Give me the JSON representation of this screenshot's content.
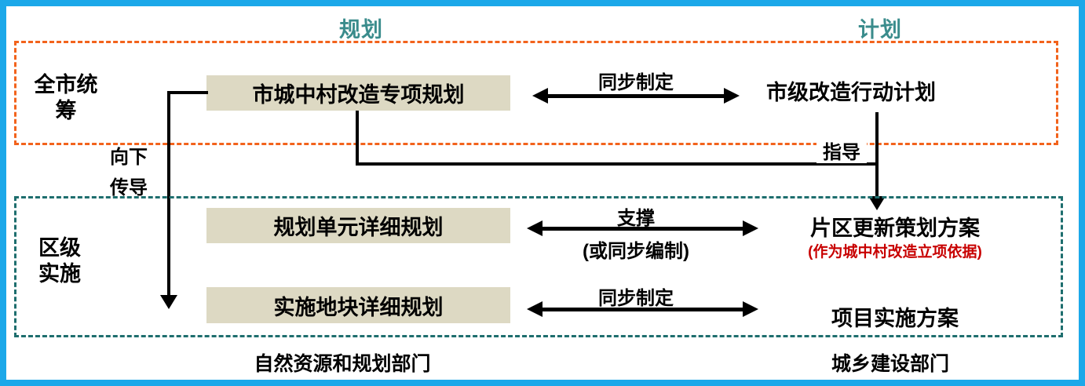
{
  "colors": {
    "frame_border": "#1ca8e9",
    "header_teal": "#3a8c8c",
    "orange_dash": "#f2631c",
    "teal_dash": "#1e6e6e",
    "node_fill": "#ddd9c3",
    "red_note": "#c80000",
    "line_black": "#000000"
  },
  "headers": {
    "planning": "规划",
    "plan": "计划"
  },
  "groups": {
    "city": {
      "line1": "全市统",
      "line2": "筹"
    },
    "district": {
      "line1": "区级",
      "line2": "实施"
    }
  },
  "nodes": {
    "city_special_plan": "市城中村改造专项规划",
    "city_action_plan": "市级改造行动计划",
    "unit_detailed_plan": "规划单元详细规划",
    "area_renewal_scheme": "片区更新策划方案",
    "area_renewal_note": "(作为城中村改造立项依据)",
    "plot_detailed_plan": "实施地块详细规划",
    "project_implementation_scheme": "项目实施方案"
  },
  "edges": {
    "sync_top": "同步制定",
    "downward_line1": "向下",
    "downward_line2": "传导",
    "guide": "指导",
    "support": "支撑",
    "support_sub": "(或同步编制)",
    "sync_bottom": "同步制定"
  },
  "footers": {
    "left": "自然资源和规划部门",
    "right": "城乡建设部门"
  }
}
